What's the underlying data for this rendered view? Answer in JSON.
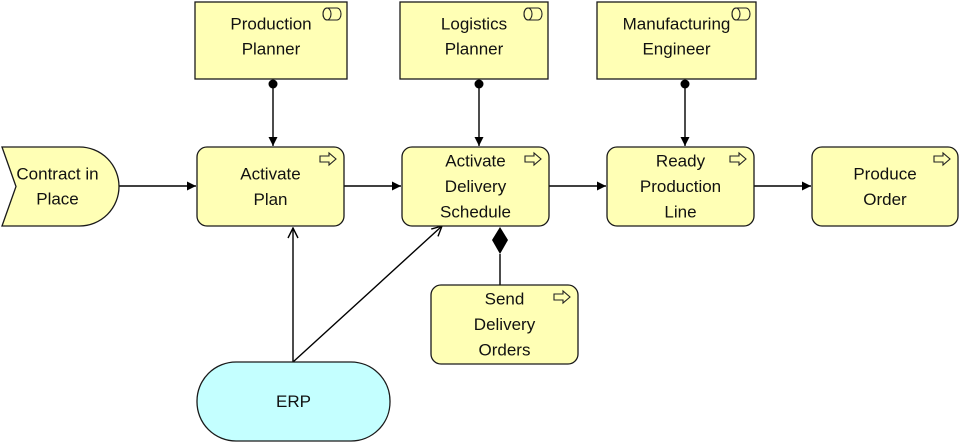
{
  "colors": {
    "node_fill": "#ffffb5",
    "node_stroke": "#1a1a1a",
    "application_fill": "#c4ffff",
    "edge": "#000000"
  },
  "roles": [
    {
      "id": "production-planner",
      "lines": [
        "Production",
        "Planner"
      ],
      "icon": "role-cylinder-icon"
    },
    {
      "id": "logistics-planner",
      "lines": [
        "Logistics",
        "Planner"
      ],
      "icon": "role-cylinder-icon"
    },
    {
      "id": "manufacturing-engineer",
      "lines": [
        "Manufacturing",
        "Engineer"
      ],
      "icon": "role-cylinder-icon"
    }
  ],
  "event": {
    "id": "contract-in-place",
    "lines": [
      "Contract in",
      "Place"
    ]
  },
  "processes": [
    {
      "id": "activate-plan",
      "lines": [
        "Activate",
        "Plan"
      ],
      "icon": "process-arrow-icon"
    },
    {
      "id": "activate-delivery-schedule",
      "lines": [
        "Activate",
        "Delivery",
        "Schedule"
      ],
      "icon": "process-arrow-icon"
    },
    {
      "id": "ready-production-line",
      "lines": [
        "Ready",
        "Production",
        "Line"
      ],
      "icon": "process-arrow-icon"
    },
    {
      "id": "produce-order",
      "lines": [
        "Produce",
        "Order"
      ],
      "icon": "process-arrow-icon"
    },
    {
      "id": "send-delivery-orders",
      "lines": [
        "Send",
        "Delivery",
        "Orders"
      ],
      "icon": "process-arrow-icon"
    }
  ],
  "application": {
    "id": "erp",
    "lines": [
      "ERP"
    ]
  }
}
